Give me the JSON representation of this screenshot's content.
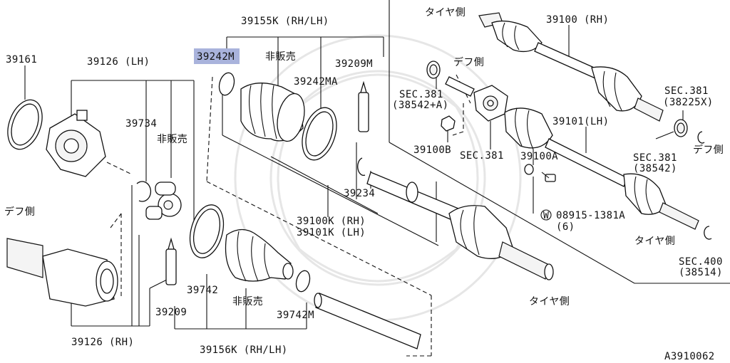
{
  "labels": {
    "p39161": "39161",
    "p39126lh": "39126 (LH)",
    "p39155k": "39155K (RH/LH)",
    "p39242m": "39242M",
    "nonsale_top": "非販売",
    "p39209m": "39209M",
    "p39242ma": "39242MA",
    "p39734": "39734",
    "nonsale_left": "非販売",
    "diff_side_left": "デフ側",
    "p39126rh": "39126 (RH)",
    "p39742": "39742",
    "p39209": "39209",
    "nonsale_bottom": "非販売",
    "p39742m": "39742M",
    "p39156k": "39156K (RH/LH)",
    "p39234": "39234",
    "p39100k": "39100K (RH)",
    "p39101k": "39101K (LH)",
    "tire_side_top": "タイヤ側",
    "p39100rh": "39100 (RH)",
    "diff_side_mid": "デフ側",
    "sec381a_1": "SEC.381",
    "sec381a_2": "(38542+A)",
    "sec381b": "SEC.381",
    "p39100b": "39100B",
    "p39101lh": "39101(LH)",
    "p39100a": "39100A",
    "sec381c_1": "SEC.381",
    "sec381c_2": "(38225X)",
    "diff_side_right": "デフ側",
    "sec381d_1": "SEC.381",
    "sec381d_2": "(38542)",
    "bolt_w": "W",
    "bolt_1": "08915-1381A",
    "bolt_2": "(6)",
    "tire_side_right": "タイヤ側",
    "sec400_1": "SEC.400",
    "sec400_2": "(38514)",
    "tire_side_bottom": "タイヤ側",
    "drawing_id": "A3910062"
  },
  "highlight_color": "#a9b3dc",
  "line_color": "#111111"
}
